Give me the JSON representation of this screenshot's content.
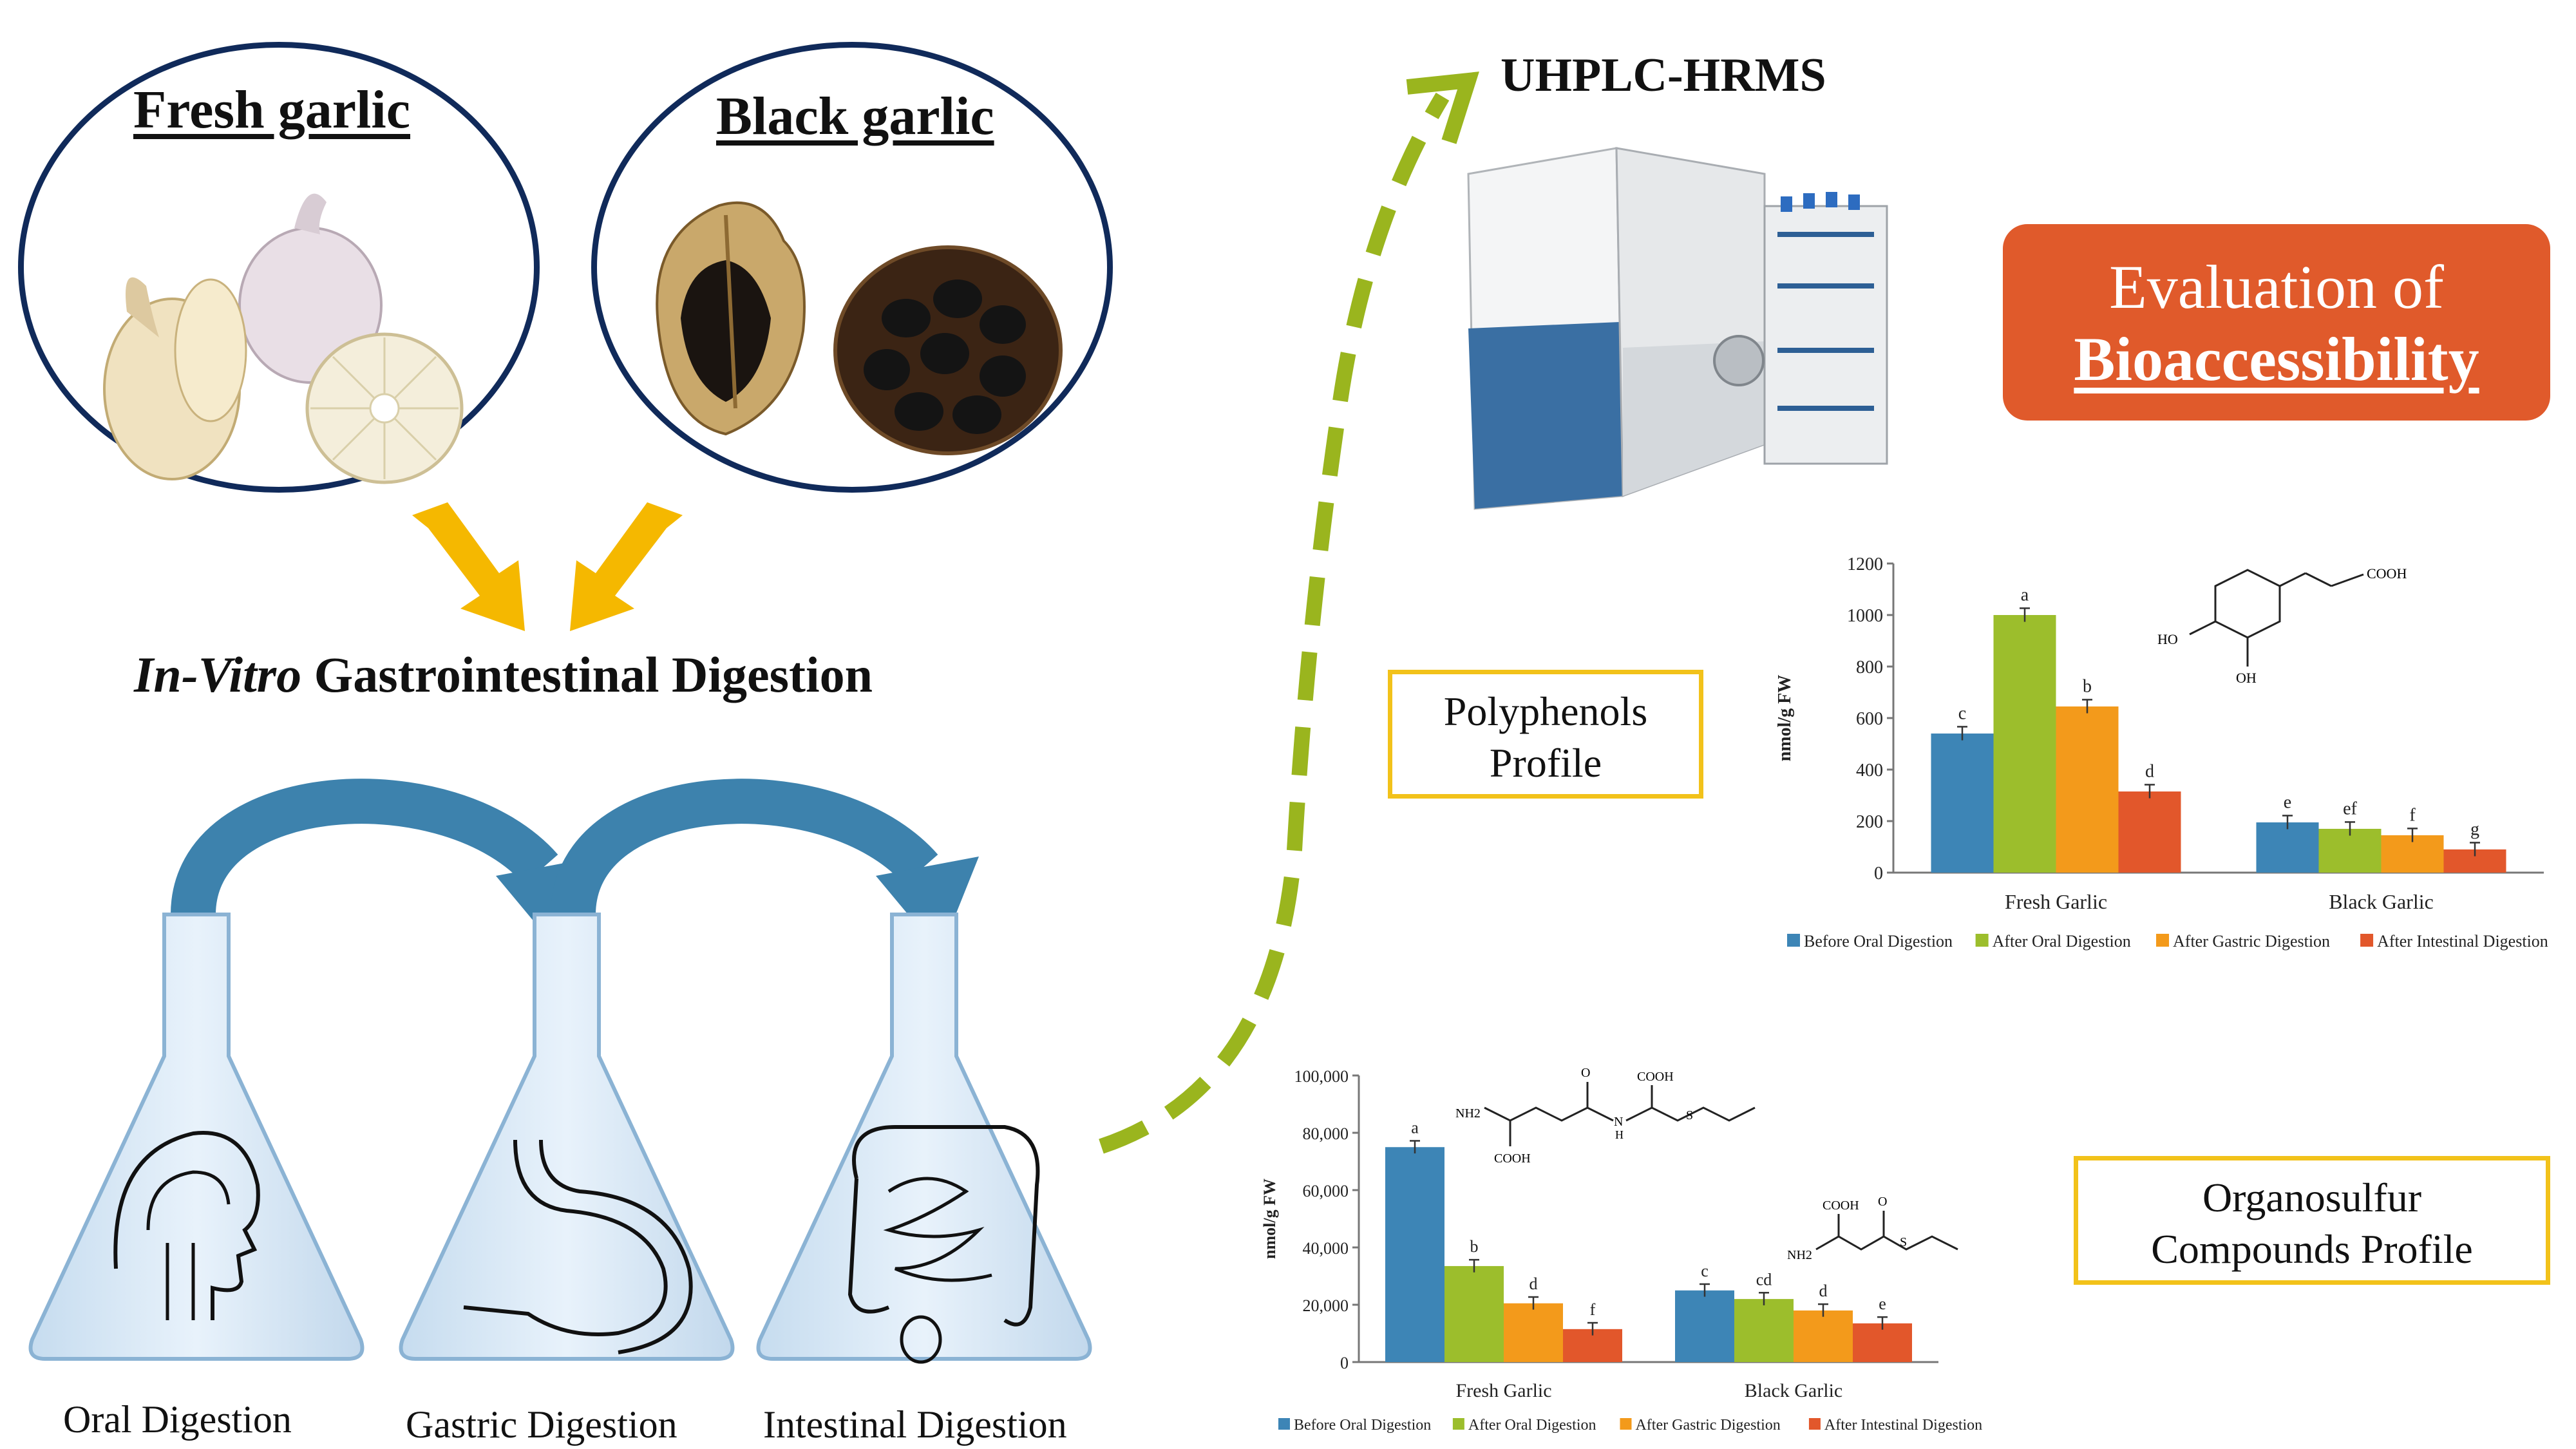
{
  "garlic": {
    "fresh_title": "Fresh garlic",
    "black_title": "Black garlic"
  },
  "digestion": {
    "title_italic": "In-Vitro",
    "title_rest": " Gastrointestinal Digestion",
    "stages": [
      "Oral Digestion",
      "Gastric Digestion",
      "Intestinal Digestion"
    ]
  },
  "analysis": {
    "instrument": "UHPLC-HRMS",
    "eval_line1": "Evaluation of",
    "eval_line2": "Bioaccessibility",
    "polyphenols_line1": "Polyphenols",
    "polyphenols_line2": "Profile",
    "organosulfur_line1": "Organosulfur",
    "organosulfur_line2": "Compounds Profile"
  },
  "colors": {
    "circle_border": "#102a5a",
    "arrow_yellow": "#f5b800",
    "arrow_blue": "#3d82ad",
    "dash_green": "#9ab51e",
    "eval_orange": "#e05a2b",
    "profile_border": "#f2c21a",
    "series": [
      "#3d85b6",
      "#9cbe2c",
      "#f39a1b",
      "#e2572b"
    ]
  },
  "chart_data": [
    {
      "type": "bar",
      "ylabel": "nmol/g FW",
      "ylim": [
        0,
        1200
      ],
      "yticks": [
        "0",
        "200",
        "400",
        "600",
        "800",
        "1000",
        "1200"
      ],
      "categories": [
        "Fresh Garlic",
        "Black Garlic"
      ],
      "series": [
        {
          "name": "Before Oral Digestion",
          "values": [
            540,
            195
          ],
          "letters": [
            "c",
            "e"
          ]
        },
        {
          "name": "After Oral Digestion",
          "values": [
            1000,
            170
          ],
          "letters": [
            "a",
            "ef"
          ]
        },
        {
          "name": "After Gastric Digestion",
          "values": [
            645,
            145
          ],
          "letters": [
            "b",
            "f"
          ]
        },
        {
          "name": "After Intestinal Digestion",
          "values": [
            315,
            90
          ],
          "letters": [
            "d",
            "g"
          ]
        }
      ],
      "molecule_labels": [
        "COOH",
        "HO",
        "OH"
      ],
      "legend": "bottom"
    },
    {
      "type": "bar",
      "ylabel": "nmol/g FW",
      "ylim": [
        0,
        100000
      ],
      "yticks": [
        "0",
        "20,000",
        "40,000",
        "60,000",
        "80,000",
        "100,000"
      ],
      "categories": [
        "Fresh Garlic",
        "Black Garlic"
      ],
      "series": [
        {
          "name": "Before Oral Digestion",
          "values": [
            75000,
            25000
          ],
          "letters": [
            "a",
            "c"
          ]
        },
        {
          "name": "After Oral Digestion",
          "values": [
            33500,
            22000
          ],
          "letters": [
            "b",
            "cd"
          ]
        },
        {
          "name": "After Gastric Digestion",
          "values": [
            20500,
            18000
          ],
          "letters": [
            "d",
            "d"
          ]
        },
        {
          "name": "After Intestinal Digestion",
          "values": [
            11500,
            13500
          ],
          "letters": [
            "f",
            "e"
          ]
        }
      ],
      "molecule_labels": [
        "NH2",
        "O",
        "COOH",
        "N",
        "H",
        "S",
        "COOH",
        "NH2",
        "O",
        "S"
      ],
      "legend": "bottom"
    }
  ]
}
